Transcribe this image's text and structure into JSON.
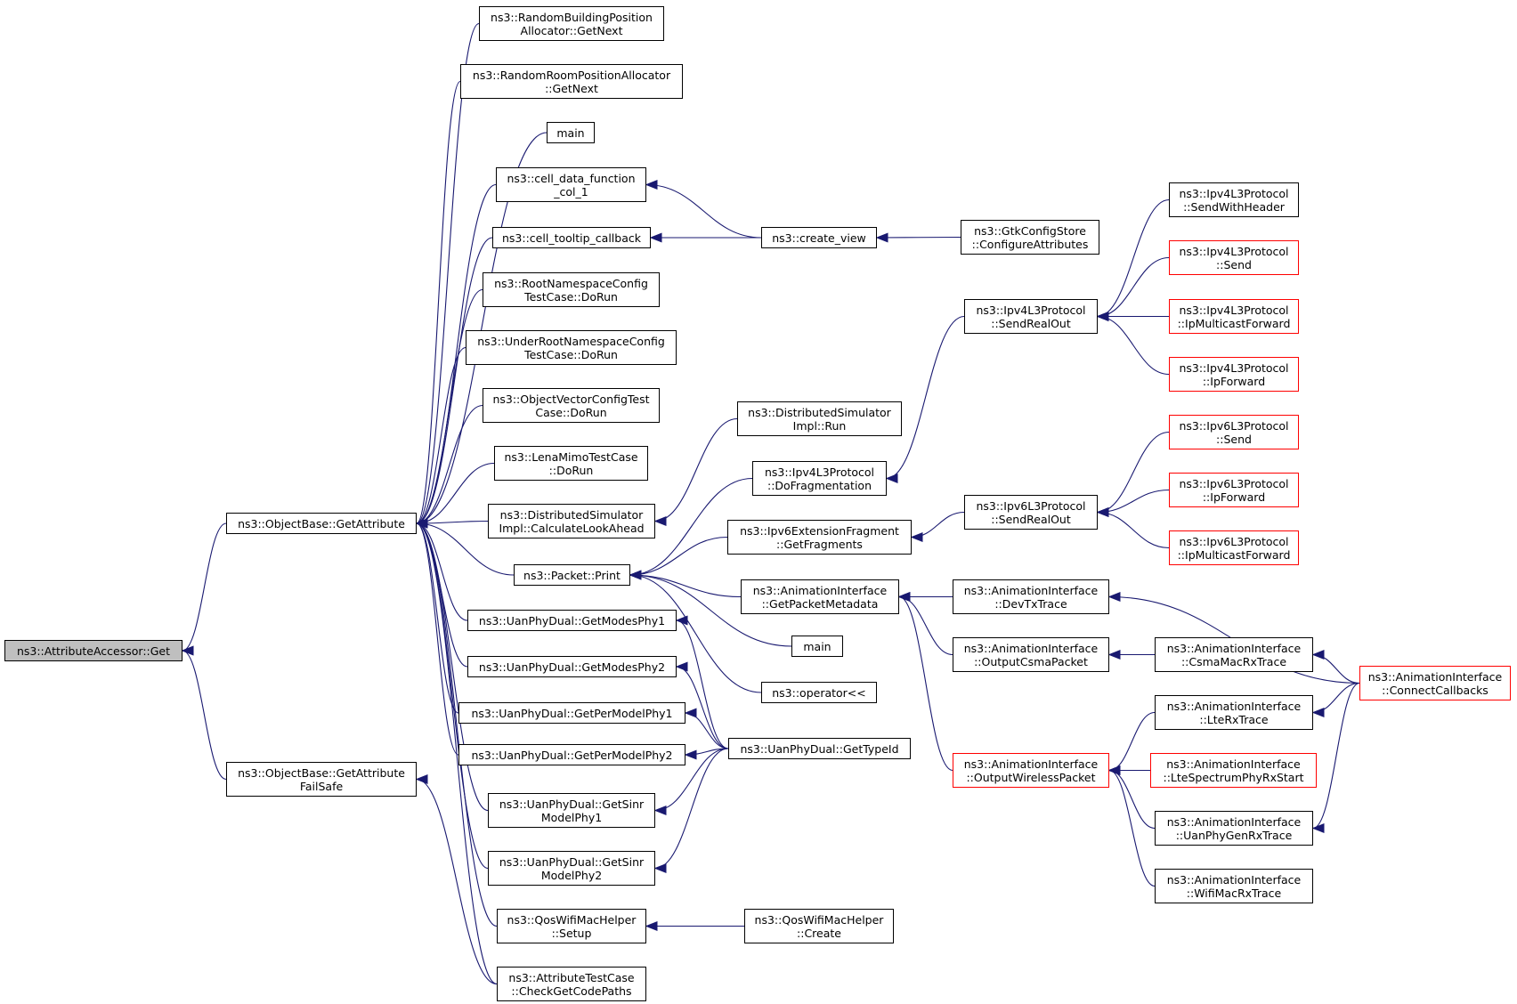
{
  "diagram": {
    "edge_color": "#191970",
    "root_fill": "#bfbfbf",
    "truncated_border_color": "#ff0000",
    "nodes": [
      {
        "id": "root",
        "lines": [
          "ns3::AttributeAccessor::Get"
        ],
        "style": "root"
      },
      {
        "id": "getattr",
        "lines": [
          "ns3::ObjectBase::GetAttribute"
        ],
        "style": "normal"
      },
      {
        "id": "getattrfs",
        "lines": [
          "ns3::ObjectBase::GetAttribute",
          "FailSafe"
        ],
        "style": "normal"
      },
      {
        "id": "rbpa",
        "lines": [
          "ns3::RandomBuildingPosition",
          "Allocator::GetNext"
        ],
        "style": "normal"
      },
      {
        "id": "rrpa",
        "lines": [
          "ns3::RandomRoomPositionAllocator",
          "::GetNext"
        ],
        "style": "normal"
      },
      {
        "id": "main1",
        "lines": [
          "main"
        ],
        "style": "normal"
      },
      {
        "id": "celldata",
        "lines": [
          "ns3::cell_data_function",
          "_col_1"
        ],
        "style": "normal"
      },
      {
        "id": "celltooltip",
        "lines": [
          "ns3::cell_tooltip_callback"
        ],
        "style": "normal"
      },
      {
        "id": "rootns",
        "lines": [
          "ns3::RootNamespaceConfig",
          "TestCase::DoRun"
        ],
        "style": "normal"
      },
      {
        "id": "underrootns",
        "lines": [
          "ns3::UnderRootNamespaceConfig",
          "TestCase::DoRun"
        ],
        "style": "normal"
      },
      {
        "id": "objvec",
        "lines": [
          "ns3::ObjectVectorConfigTest",
          "Case::DoRun"
        ],
        "style": "normal"
      },
      {
        "id": "lenamimo",
        "lines": [
          "ns3::LenaMimoTestCase",
          "::DoRun"
        ],
        "style": "normal"
      },
      {
        "id": "distcalc",
        "lines": [
          "ns3::DistributedSimulator",
          "Impl::CalculateLookAhead"
        ],
        "style": "normal"
      },
      {
        "id": "pktprint",
        "lines": [
          "ns3::Packet::Print"
        ],
        "style": "normal"
      },
      {
        "id": "gmp1",
        "lines": [
          "ns3::UanPhyDual::GetModesPhy1"
        ],
        "style": "normal"
      },
      {
        "id": "gmp2",
        "lines": [
          "ns3::UanPhyDual::GetModesPhy2"
        ],
        "style": "normal"
      },
      {
        "id": "gpm1",
        "lines": [
          "ns3::UanPhyDual::GetPerModelPhy1"
        ],
        "style": "normal"
      },
      {
        "id": "gpm2",
        "lines": [
          "ns3::UanPhyDual::GetPerModelPhy2"
        ],
        "style": "normal"
      },
      {
        "id": "gsm1",
        "lines": [
          "ns3::UanPhyDual::GetSinr",
          "ModelPhy1"
        ],
        "style": "normal"
      },
      {
        "id": "gsm2",
        "lines": [
          "ns3::UanPhyDual::GetSinr",
          "ModelPhy2"
        ],
        "style": "normal"
      },
      {
        "id": "qossetup",
        "lines": [
          "ns3::QosWifiMacHelper",
          "::Setup"
        ],
        "style": "normal"
      },
      {
        "id": "attrtest",
        "lines": [
          "ns3::AttributeTestCase",
          "::CheckGetCodePaths"
        ],
        "style": "normal"
      },
      {
        "id": "createview",
        "lines": [
          "ns3::create_view"
        ],
        "style": "normal"
      },
      {
        "id": "distrun",
        "lines": [
          "ns3::DistributedSimulator",
          "Impl::Run"
        ],
        "style": "normal"
      },
      {
        "id": "ipv4frag",
        "lines": [
          "ns3::Ipv4L3Protocol",
          "::DoFragmentation"
        ],
        "style": "normal"
      },
      {
        "id": "ipv6getfrag",
        "lines": [
          "ns3::Ipv6ExtensionFragment",
          "::GetFragments"
        ],
        "style": "normal"
      },
      {
        "id": "getpktmeta",
        "lines": [
          "ns3::AnimationInterface",
          "::GetPacketMetadata"
        ],
        "style": "normal"
      },
      {
        "id": "main2",
        "lines": [
          "main"
        ],
        "style": "normal"
      },
      {
        "id": "opshl",
        "lines": [
          "ns3::operator<<"
        ],
        "style": "normal"
      },
      {
        "id": "gettypeid",
        "lines": [
          "ns3::UanPhyDual::GetTypeId"
        ],
        "style": "normal"
      },
      {
        "id": "qoscreate",
        "lines": [
          "ns3::QosWifiMacHelper",
          "::Create"
        ],
        "style": "normal"
      },
      {
        "id": "gtkconfig",
        "lines": [
          "ns3::GtkConfigStore",
          "::ConfigureAttributes"
        ],
        "style": "normal"
      },
      {
        "id": "ipv4sro",
        "lines": [
          "ns3::Ipv4L3Protocol",
          "::SendRealOut"
        ],
        "style": "normal"
      },
      {
        "id": "ipv6sro",
        "lines": [
          "ns3::Ipv6L3Protocol",
          "::SendRealOut"
        ],
        "style": "normal"
      },
      {
        "id": "devtx",
        "lines": [
          "ns3::AnimationInterface",
          "::DevTxTrace"
        ],
        "style": "normal"
      },
      {
        "id": "outcsma",
        "lines": [
          "ns3::AnimationInterface",
          "::OutputCsmaPacket"
        ],
        "style": "normal"
      },
      {
        "id": "outwifi",
        "lines": [
          "ns3::AnimationInterface",
          "::OutputWirelessPacket"
        ],
        "style": "truncated"
      },
      {
        "id": "ipv4swh",
        "lines": [
          "ns3::Ipv4L3Protocol",
          "::SendWithHeader"
        ],
        "style": "normal"
      },
      {
        "id": "ipv4send",
        "lines": [
          "ns3::Ipv4L3Protocol",
          "::Send"
        ],
        "style": "truncated"
      },
      {
        "id": "ipv4mcast",
        "lines": [
          "ns3::Ipv4L3Protocol",
          "::IpMulticastForward"
        ],
        "style": "truncated"
      },
      {
        "id": "ipv4fwd",
        "lines": [
          "ns3::Ipv4L3Protocol",
          "::IpForward"
        ],
        "style": "truncated"
      },
      {
        "id": "ipv6send",
        "lines": [
          "ns3::Ipv6L3Protocol",
          "::Send"
        ],
        "style": "truncated"
      },
      {
        "id": "ipv6fwd",
        "lines": [
          "ns3::Ipv6L3Protocol",
          "::IpForward"
        ],
        "style": "truncated"
      },
      {
        "id": "ipv6mcast",
        "lines": [
          "ns3::Ipv6L3Protocol",
          "::IpMulticastForward"
        ],
        "style": "truncated"
      },
      {
        "id": "csmarx",
        "lines": [
          "ns3::AnimationInterface",
          "::CsmaMacRxTrace"
        ],
        "style": "normal"
      },
      {
        "id": "lterx",
        "lines": [
          "ns3::AnimationInterface",
          "::LteRxTrace"
        ],
        "style": "normal"
      },
      {
        "id": "ltespec",
        "lines": [
          "ns3::AnimationInterface",
          "::LteSpectrumPhyRxStart"
        ],
        "style": "truncated"
      },
      {
        "id": "uangen",
        "lines": [
          "ns3::AnimationInterface",
          "::UanPhyGenRxTrace"
        ],
        "style": "normal"
      },
      {
        "id": "wifirx",
        "lines": [
          "ns3::AnimationInterface",
          "::WifiMacRxTrace"
        ],
        "style": "normal"
      },
      {
        "id": "connectcb",
        "lines": [
          "ns3::AnimationInterface",
          "::ConnectCallbacks"
        ],
        "style": "truncated"
      }
    ],
    "edges": [
      {
        "from": "getattr",
        "to": "root"
      },
      {
        "from": "getattrfs",
        "to": "root"
      },
      {
        "from": "rbpa",
        "to": "getattr"
      },
      {
        "from": "rrpa",
        "to": "getattr"
      },
      {
        "from": "main1",
        "to": "getattr"
      },
      {
        "from": "celldata",
        "to": "getattr"
      },
      {
        "from": "celltooltip",
        "to": "getattr"
      },
      {
        "from": "rootns",
        "to": "getattr"
      },
      {
        "from": "underrootns",
        "to": "getattr"
      },
      {
        "from": "objvec",
        "to": "getattr"
      },
      {
        "from": "lenamimo",
        "to": "getattr"
      },
      {
        "from": "distcalc",
        "to": "getattr"
      },
      {
        "from": "pktprint",
        "to": "getattr"
      },
      {
        "from": "gmp1",
        "to": "getattr"
      },
      {
        "from": "gmp2",
        "to": "getattr"
      },
      {
        "from": "gpm1",
        "to": "getattr"
      },
      {
        "from": "gpm2",
        "to": "getattr"
      },
      {
        "from": "gsm1",
        "to": "getattr"
      },
      {
        "from": "gsm2",
        "to": "getattr"
      },
      {
        "from": "qossetup",
        "to": "getattr"
      },
      {
        "from": "attrtest",
        "to": "getattr"
      },
      {
        "from": "attrtest",
        "to": "getattrfs"
      },
      {
        "from": "createview",
        "to": "celldata"
      },
      {
        "from": "createview",
        "to": "celltooltip"
      },
      {
        "from": "gtkconfig",
        "to": "createview"
      },
      {
        "from": "distrun",
        "to": "distcalc"
      },
      {
        "from": "ipv4frag",
        "to": "pktprint"
      },
      {
        "from": "ipv6getfrag",
        "to": "pktprint"
      },
      {
        "from": "getpktmeta",
        "to": "pktprint"
      },
      {
        "from": "main2",
        "to": "pktprint"
      },
      {
        "from": "opshl",
        "to": "pktprint"
      },
      {
        "from": "gettypeid",
        "to": "gmp1"
      },
      {
        "from": "gettypeid",
        "to": "gmp2"
      },
      {
        "from": "gettypeid",
        "to": "gpm1"
      },
      {
        "from": "gettypeid",
        "to": "gpm2"
      },
      {
        "from": "gettypeid",
        "to": "gsm1"
      },
      {
        "from": "gettypeid",
        "to": "gsm2"
      },
      {
        "from": "qoscreate",
        "to": "qossetup"
      },
      {
        "from": "ipv4sro",
        "to": "ipv4frag"
      },
      {
        "from": "ipv6sro",
        "to": "ipv6getfrag"
      },
      {
        "from": "devtx",
        "to": "getpktmeta"
      },
      {
        "from": "outcsma",
        "to": "getpktmeta"
      },
      {
        "from": "outwifi",
        "to": "getpktmeta"
      },
      {
        "from": "ipv4swh",
        "to": "ipv4sro"
      },
      {
        "from": "ipv4send",
        "to": "ipv4sro"
      },
      {
        "from": "ipv4mcast",
        "to": "ipv4sro"
      },
      {
        "from": "ipv4fwd",
        "to": "ipv4sro"
      },
      {
        "from": "ipv6send",
        "to": "ipv6sro"
      },
      {
        "from": "ipv6fwd",
        "to": "ipv6sro"
      },
      {
        "from": "ipv6mcast",
        "to": "ipv6sro"
      },
      {
        "from": "connectcb",
        "to": "devtx"
      },
      {
        "from": "csmarx",
        "to": "outcsma"
      },
      {
        "from": "connectcb",
        "to": "csmarx"
      },
      {
        "from": "lterx",
        "to": "outwifi"
      },
      {
        "from": "ltespec",
        "to": "outwifi"
      },
      {
        "from": "uangen",
        "to": "outwifi"
      },
      {
        "from": "wifirx",
        "to": "outwifi"
      },
      {
        "from": "connectcb",
        "to": "lterx"
      },
      {
        "from": "connectcb",
        "to": "uangen"
      }
    ]
  }
}
